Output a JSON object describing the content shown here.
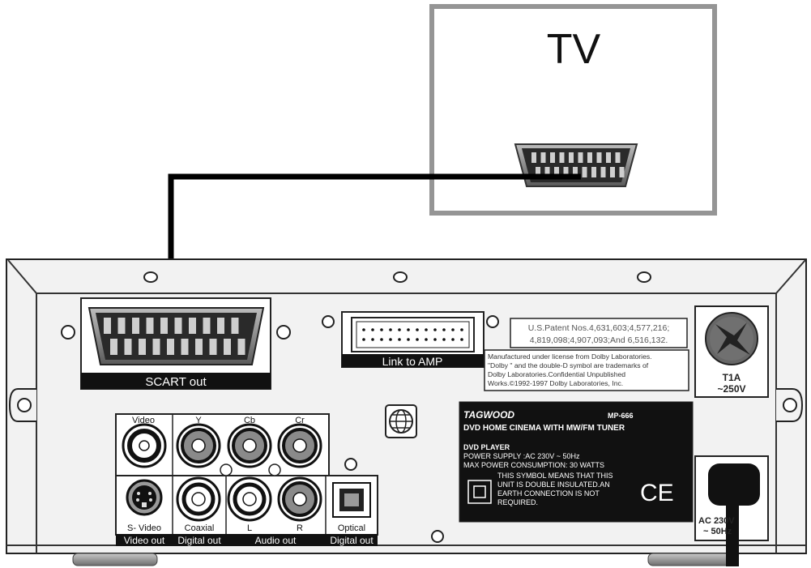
{
  "tv": {
    "label": "TV"
  },
  "panel": {
    "scart": {
      "label": "SCART out"
    },
    "amp": {
      "label": "Link to AMP"
    },
    "patent": {
      "line1": "U.S.Patent Nos.4,631,603;4,577,216;",
      "line2": "4,819,098;4,907,093;And 6,516,132."
    },
    "dolby": {
      "line1": "Manufactured under license from Dolby Laboratories.",
      "line2": "\"Dolby \" and the double-D symbol are trademarks of",
      "line3": "Dolby Laboratories.Confidential Unpublished",
      "line4": "Works.©1992-1997 Dolby Laboratories, Inc."
    },
    "fuse": {
      "line1": "T1A",
      "line2": "~250V"
    },
    "rating": {
      "brand": "TAGWOOD",
      "model": "MP-666",
      "title": "DVD HOME CINEMA WITH MW/FM TUNER",
      "subtitle": "DVD PLAYER",
      "supply": "POWER SUPPLY  :AC 230V ~ 50Hz",
      "consumption": "MAX POWER CONSUMPTION: 30 WATTS",
      "note1": "THIS SYMBOL MEANS THAT THIS",
      "note2": "UNIT IS DOUBLE INSULATED.AN",
      "note3": "EARTH CONNECTION IS NOT",
      "note4": "REQUIRED.",
      "ce": "CE"
    },
    "power": {
      "line1": "AC 230V",
      "line2": "~ 50Hz"
    },
    "av": {
      "top": {
        "video": "Video",
        "y": "Y",
        "cb": "Cb",
        "cr": "Cr"
      },
      "bottom": {
        "svideo": "S- Video",
        "coaxial": "Coaxial",
        "l": "L",
        "r": "R",
        "optical": "Optical"
      },
      "groups": {
        "video_out": "Video out",
        "digital_out1": "Digital out",
        "audio_out": "Audio out",
        "digital_out2": "Digital out"
      }
    }
  }
}
